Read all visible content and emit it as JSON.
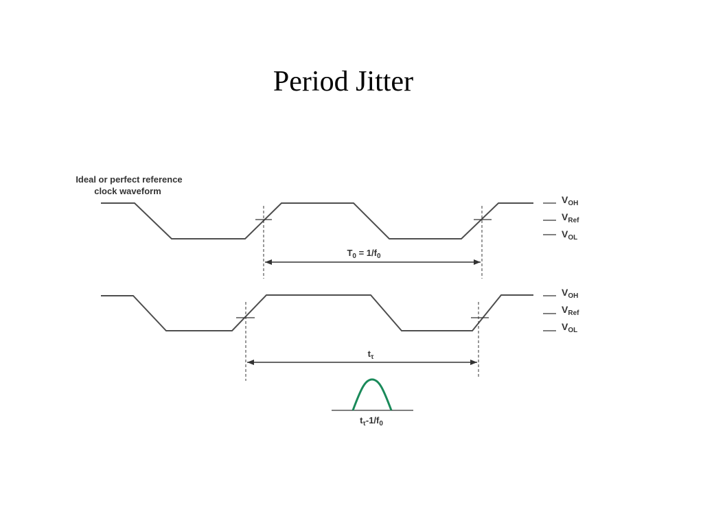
{
  "title": "Period Jitter",
  "reference_label": {
    "line1": "Ideal or perfect reference",
    "line2": "clock waveform"
  },
  "levels": {
    "v": "V",
    "oh": "OH",
    "ref": "Ref",
    "ol": "OL"
  },
  "period_label": {
    "main": "T",
    "sub": "0",
    "rest": " = 1/f",
    "rest_sub": "0"
  },
  "measured_label": {
    "main": "t",
    "sub": "τ"
  },
  "distribution_label": {
    "main": "t",
    "sub": "τ",
    "rest": "-1/f",
    "rest_sub": "0"
  },
  "colors": {
    "waveform": "#4d4d4d",
    "distribution": "#1a8a5a",
    "text": "#333333"
  }
}
